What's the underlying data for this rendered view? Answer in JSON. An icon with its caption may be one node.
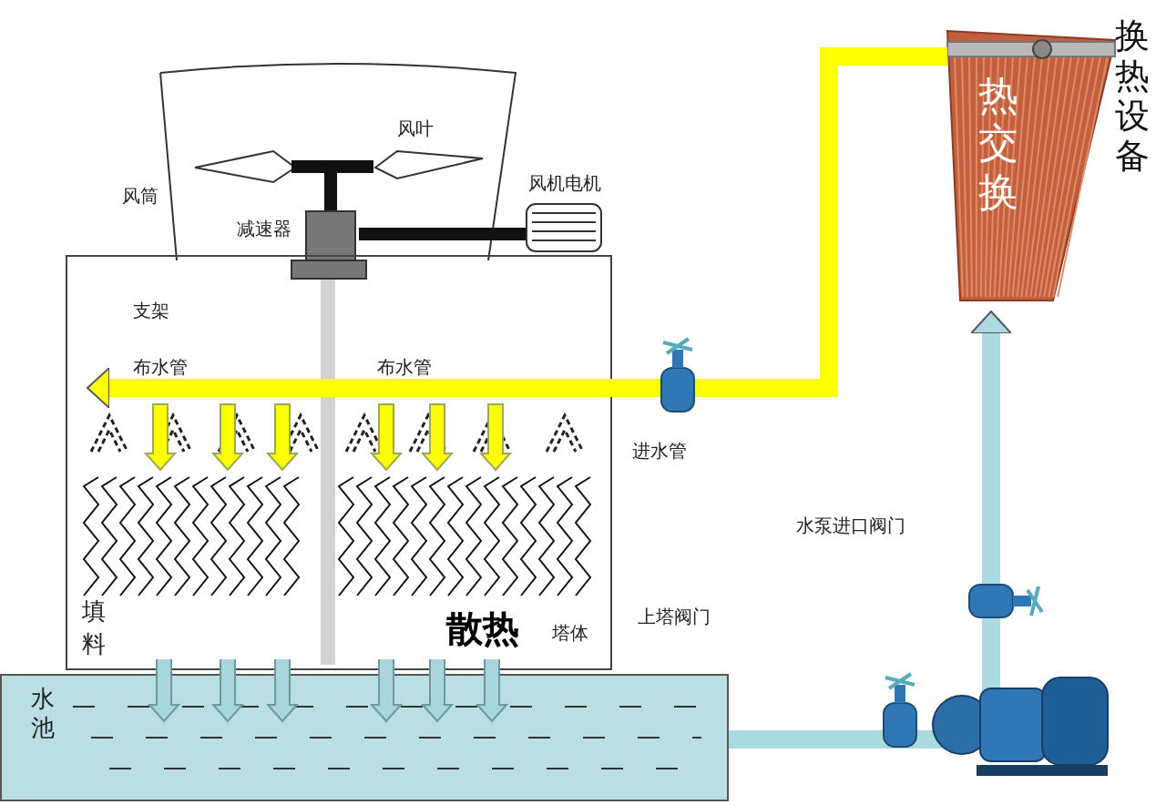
{
  "diagram": {
    "nodes": [
      {
        "text": [
          "塔体"
        ]
      },
      {
        "text": [
          "热交换"
        ],
        "beside": [
          "换热设备"
        ]
      },
      {
        "text": [
          "水池"
        ]
      }
    ],
    "edges": [
      {
        "from": 1,
        "to": 0,
        "arrow": "to",
        "color": "#ffff00"
      },
      {
        "from": 2,
        "to": 1,
        "arrow": "to",
        "color": "#a9dbe0"
      },
      {
        "from": 0,
        "to": 2,
        "arrow": "to"
      },
      {
        "from": 0,
        "to": 2,
        "arrow": "to"
      },
      {
        "from": 0,
        "to": 2,
        "arrow": "to"
      },
      {
        "from": 0,
        "to": 2,
        "arrow": "to"
      },
      {
        "from": 0,
        "to": 2,
        "arrow": "to"
      },
      {
        "from": 0,
        "to": 2,
        "arrow": "to"
      }
    ],
    "labels": [
      "风叶",
      "风筒",
      "减速器",
      "风机电机",
      "支架",
      "布水管",
      "布水管",
      "进水管",
      "水泵进口阀门",
      "上塔阀门",
      "填料",
      "散热"
    ]
  }
}
